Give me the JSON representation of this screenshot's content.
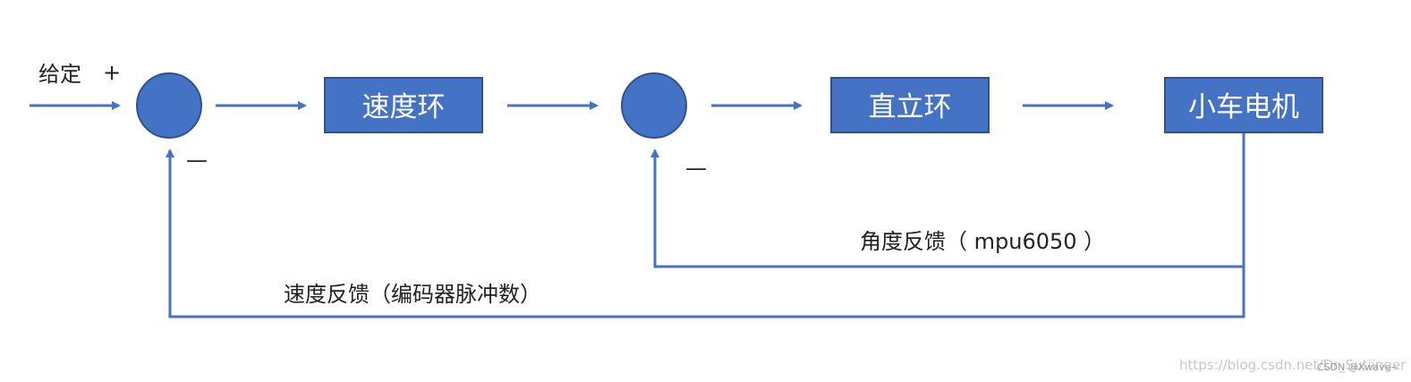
{
  "colors": {
    "accent": "#4472c4",
    "border": "#2f528f",
    "text": "#222222"
  },
  "blocks": {
    "speed_loop": "速度环",
    "upright_loop": "直立环",
    "motor": "小车电机"
  },
  "labels": {
    "setpoint": "给定",
    "plus": "+",
    "minus_1": "—",
    "minus_2": "—",
    "angle_feedback": "角度反馈（ mpu6050 ）",
    "speed_feedback": "速度反馈（编码器脉冲数）"
  },
  "watermark": {
    "url": "https://blog.csdn.net/Dr_Sutiinger",
    "credit": "CSDN @Xwave~"
  }
}
